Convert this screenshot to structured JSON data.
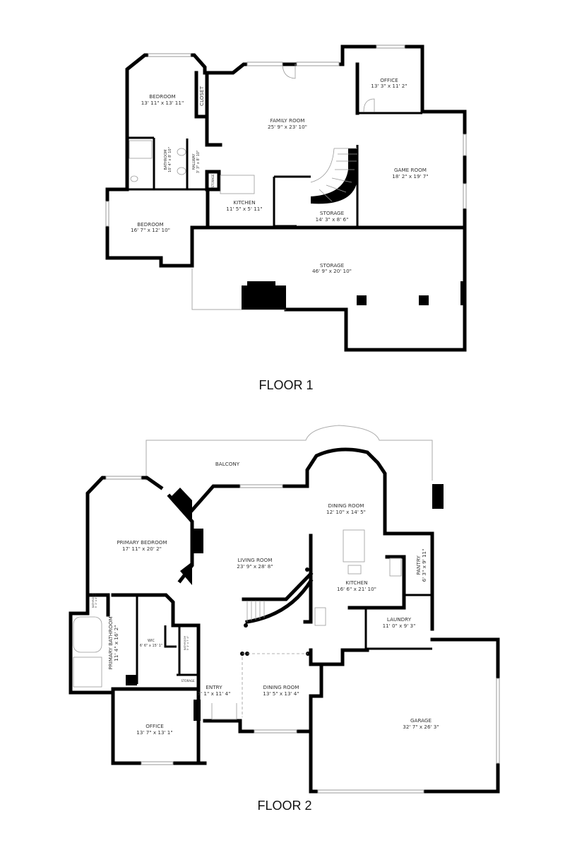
{
  "floors": [
    {
      "title": "FLOOR 1",
      "rooms": [
        {
          "name": "BEDROOM",
          "dims": "13' 11\" x 13' 11\""
        },
        {
          "name": "CLOSET"
        },
        {
          "name": "FAMILY ROOM",
          "dims": "25' 9\" x 23' 10\""
        },
        {
          "name": "BATHROOM",
          "dims": "10' 4\" x 8' 10\""
        },
        {
          "name": "HALLWAY",
          "dims": "3' 3\" x 8' 10\""
        },
        {
          "name": "STORAGE"
        },
        {
          "name": "KITCHEN",
          "dims": "11' 5\" x 5' 11\""
        },
        {
          "name": "STORAGE",
          "dims": "14' 3\" x 8' 6\""
        },
        {
          "name": "OFFICE",
          "dims": "13' 3\" x 11' 2\""
        },
        {
          "name": "GAME ROOM",
          "dims": "18' 2\" x 19' 7\""
        },
        {
          "name": "BEDROOM",
          "dims": "16' 7\" x 12' 10\""
        },
        {
          "name": "STORAGE",
          "dims": "46' 9\" x 20' 10\""
        }
      ]
    },
    {
      "title": "FLOOR 2",
      "rooms": [
        {
          "name": "BALCONY"
        },
        {
          "name": "DINING ROOM",
          "dims": "12' 10\" x 14' 5\""
        },
        {
          "name": "PRIMARY BEDROOM",
          "dims": "17' 11\" x 20' 2\""
        },
        {
          "name": "LIVING ROOM",
          "dims": "23' 9\" x 28' 8\""
        },
        {
          "name": "KITCHEN",
          "dims": "16' 6\" x 21' 10\""
        },
        {
          "name": "PANTRY",
          "dims": "6' 3\" x 9' 11\""
        },
        {
          "name": "LAUNDRY",
          "dims": "11' 0\" x 9' 3\""
        },
        {
          "name": "BATHROOM",
          "dims": "5' 1\" x 4' 9\""
        },
        {
          "name": "PRIMARY BATHROOM",
          "dims": "11' 4\" x 16' 2\""
        },
        {
          "name": "WIC",
          "dims": "6' 6\" x 15' 1\""
        },
        {
          "name": "BATHROOM",
          "dims": "5' 1\" x 7' 4\""
        },
        {
          "name": "STORAGE"
        },
        {
          "name": "ENTRY",
          "dims": "7' 1\" x 11' 4\""
        },
        {
          "name": "DINING ROOM",
          "dims": "13' 5\" x 13' 4\""
        },
        {
          "name": "OFFICE",
          "dims": "13' 7\" x 13' 1\""
        },
        {
          "name": "GARAGE",
          "dims": "32' 7\" x 26' 3\""
        }
      ]
    }
  ]
}
